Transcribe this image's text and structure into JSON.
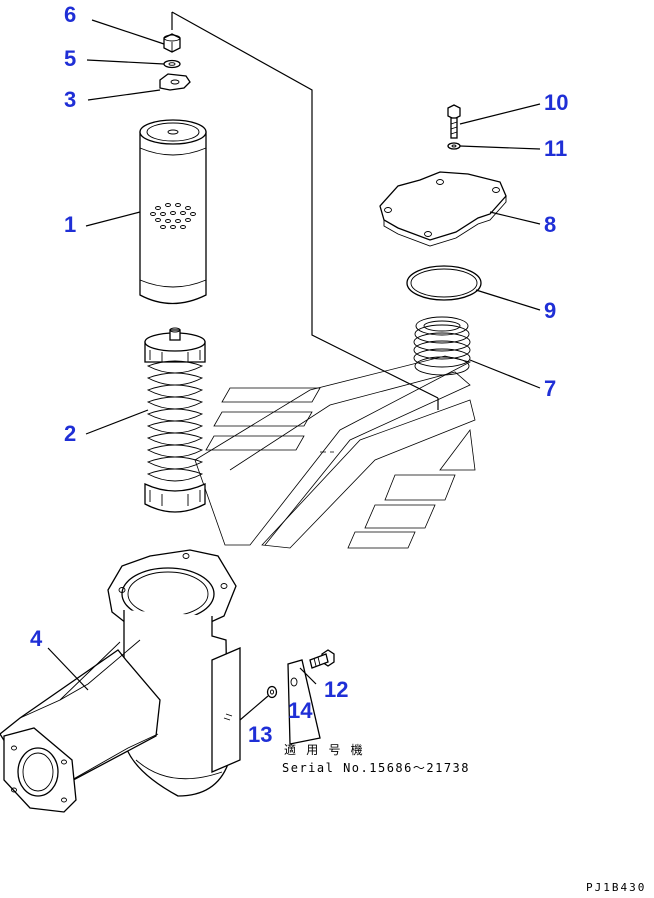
{
  "callouts": [
    {
      "number": "6"
    },
    {
      "number": "5"
    },
    {
      "number": "3"
    },
    {
      "number": "1"
    },
    {
      "number": "2"
    },
    {
      "number": "4"
    },
    {
      "number": "10"
    },
    {
      "number": "11"
    },
    {
      "number": "8"
    },
    {
      "number": "9"
    },
    {
      "number": "7"
    },
    {
      "number": "12"
    },
    {
      "number": "14"
    },
    {
      "number": "13"
    }
  ],
  "note": {
    "applicability_label": "適 用 号 機",
    "serial_range": "Serial No.15686～21738"
  },
  "drawing_code": "PJ1B430",
  "colors": {
    "callout": "#1f2fd6",
    "line": "#000000",
    "background": "#ffffff"
  }
}
